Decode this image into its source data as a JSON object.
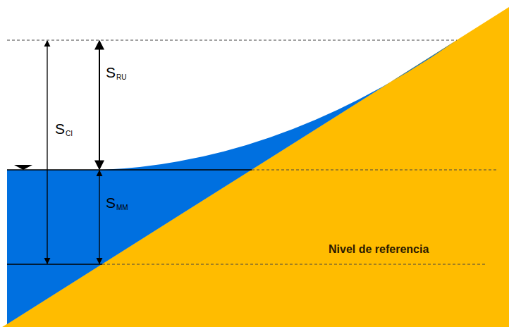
{
  "diagram": {
    "labels": [
      "S",
      "CI",
      "S",
      "RU",
      "S",
      "MM",
      "Nivel de referencia"
    ]
  }
}
